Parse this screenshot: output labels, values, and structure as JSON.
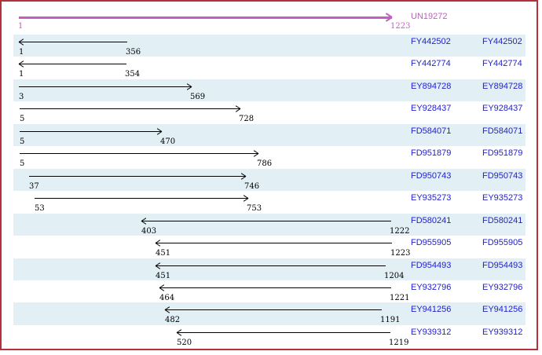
{
  "reference": {
    "name": "UN19272",
    "start": 1,
    "end": 1223,
    "strand": "+"
  },
  "alignments": [
    {
      "accession": "FY442502",
      "start": 1,
      "end": 356,
      "strand": "-"
    },
    {
      "accession": "FY442774",
      "start": 1,
      "end": 354,
      "strand": "-"
    },
    {
      "accession": "EY894728",
      "start": 3,
      "end": 569,
      "strand": "+"
    },
    {
      "accession": "EY928437",
      "start": 5,
      "end": 728,
      "strand": "+"
    },
    {
      "accession": "FD584071",
      "start": 5,
      "end": 470,
      "strand": "+"
    },
    {
      "accession": "FD951879",
      "start": 5,
      "end": 786,
      "strand": "+"
    },
    {
      "accession": "FD950743",
      "start": 37,
      "end": 746,
      "strand": "+"
    },
    {
      "accession": "EY935273",
      "start": 53,
      "end": 753,
      "strand": "+"
    },
    {
      "accession": "FD580241",
      "start": 403,
      "end": 1222,
      "strand": "-"
    },
    {
      "accession": "FD955905",
      "start": 451,
      "end": 1223,
      "strand": "-"
    },
    {
      "accession": "FD954493",
      "start": 451,
      "end": 1204,
      "strand": "-"
    },
    {
      "accession": "EY932796",
      "start": 464,
      "end": 1221,
      "strand": "-"
    },
    {
      "accession": "EY941256",
      "start": 482,
      "end": 1191,
      "strand": "-"
    },
    {
      "accession": "EY939312",
      "start": 520,
      "end": 1219,
      "strand": "-"
    }
  ],
  "colors": {
    "reference_arrow": "#c060c0",
    "alignment_arrow": "#000000",
    "row_band": "#e2eff4",
    "accession_link": "#2222cc",
    "frame_border": "#b4303a"
  }
}
